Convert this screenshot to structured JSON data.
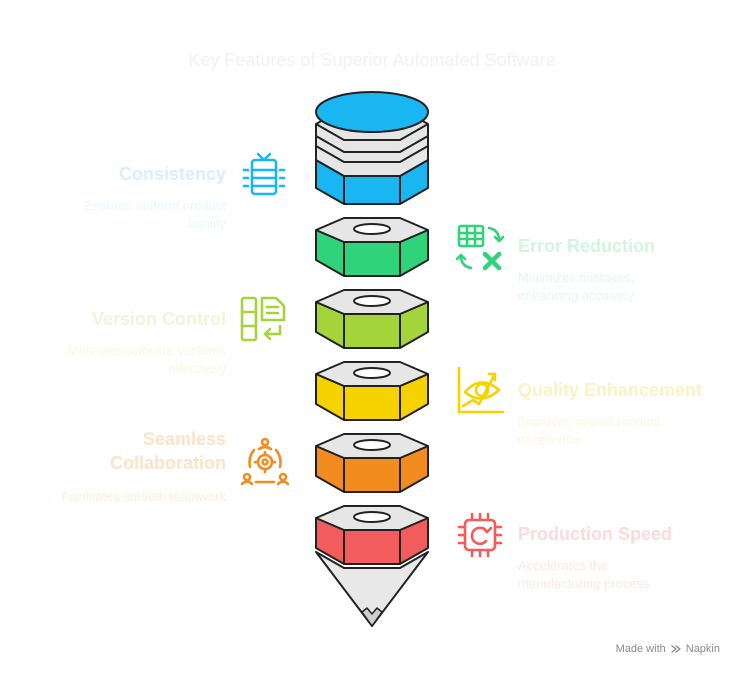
{
  "title": "Key Features of Superior Automated Software",
  "features": [
    {
      "title": "Consistency",
      "desc_lines": [
        "Ensures uniform product",
        "quality"
      ],
      "color": "#1ab6f1",
      "title_color": "#d7f0fb",
      "desc_color": "#eaf6fc",
      "icon": "checklist-icon"
    },
    {
      "title": "Error Reduction",
      "desc_lines": [
        "Minimizes mistakes,",
        "enhancing accuracy"
      ],
      "color": "#2fd37a",
      "title_color": "#d3f4e2",
      "desc_color": "#e4f8ed",
      "icon": "grid-x-icon"
    },
    {
      "title": "Version Control",
      "desc_lines": [
        "Manages software versions",
        "effectively"
      ],
      "color": "#a3d43a",
      "title_color": "#edf6d6",
      "desc_color": "#f3f9e6",
      "icon": "documents-icon"
    },
    {
      "title": "Quality Enhancement",
      "desc_lines": [
        "Improves overall product",
        "excellence"
      ],
      "color": "#f5d200",
      "title_color": "#fbf2c4",
      "desc_color": "#fcf6dc",
      "icon": "eye-chart-icon"
    },
    {
      "title_lines": [
        "Seamless",
        "Collaboration"
      ],
      "desc_lines": [
        "Facilitates smooth teamwork"
      ],
      "color": "#f28c1e",
      "title_color": "#fce3c8",
      "desc_color": "#fdeedd",
      "icon": "team-gear-icon"
    },
    {
      "title": "Production Speed",
      "desc_lines": [
        "Accelerates the",
        "manufacturing process"
      ],
      "color": "#f25c5c",
      "title_color": "#fcdada",
      "desc_color": "#fde6e6",
      "icon": "chip-refresh-icon"
    }
  ],
  "segments": [
    {
      "name": "blue",
      "color": "#1ab6f1"
    },
    {
      "name": "green",
      "color": "#2fd37a"
    },
    {
      "name": "lime",
      "color": "#a3d43a"
    },
    {
      "name": "yellow",
      "color": "#f5d200"
    },
    {
      "name": "orange",
      "color": "#f28c1e"
    },
    {
      "name": "red",
      "color": "#f25c5c"
    }
  ],
  "footer": {
    "made_with": "Made with",
    "brand": "Napkin"
  }
}
